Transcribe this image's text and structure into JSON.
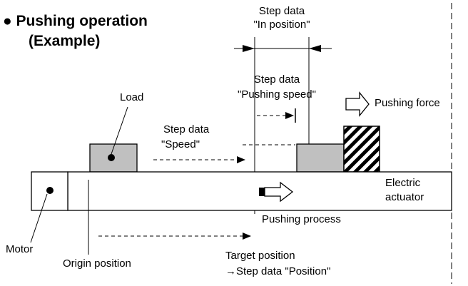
{
  "heading": {
    "bullet": "●",
    "line1": "Pushing operation",
    "line2": "(Example)"
  },
  "labels": {
    "step_in_position_1": "Step data",
    "step_in_position_2": "\"In position\"",
    "step_pushing_speed_1": "Step data",
    "step_pushing_speed_2": "\"Pushing speed\"",
    "pushing_force": "Pushing force",
    "load": "Load",
    "step_speed_1": "Step data",
    "step_speed_2": "\"Speed\"",
    "electric_actuator_1": "Electric",
    "electric_actuator_2": "actuator",
    "pushing_process": "Pushing process",
    "motor": "Motor",
    "origin_position": "Origin position",
    "target_position_1": "Target position",
    "target_position_2": "→Step data \"Position\""
  },
  "colors": {
    "line": "#000000",
    "block_fill": "#c0c0c0",
    "background": "#ffffff"
  }
}
